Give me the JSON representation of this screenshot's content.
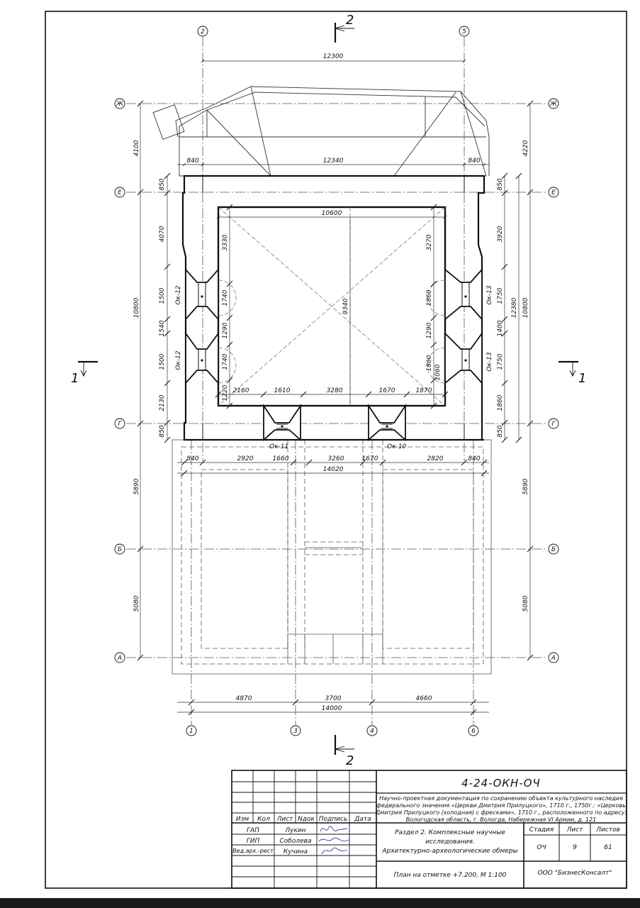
{
  "axes": {
    "vertical": [
      "1",
      "2",
      "3",
      "4",
      "5",
      "6"
    ],
    "horizontal": [
      "Ж",
      "Е",
      "Г",
      "Б",
      "А"
    ]
  },
  "sections": {
    "cut_1": "1",
    "cut_2": "2"
  },
  "dims": {
    "top_total": "12300",
    "top_inner": "12340",
    "top_left": "840",
    "top_right": "840",
    "room_width": "10600",
    "room_diag": "9340",
    "left_outer": [
      "4100",
      "10800",
      "5890",
      "5080"
    ],
    "left_chain": [
      "850",
      "4070",
      "1500",
      "1540",
      "1500",
      "2130",
      "850"
    ],
    "left_inner": [
      "3330",
      "1740",
      "1290",
      "1740",
      "1220"
    ],
    "right_outer": [
      "4220",
      "10800",
      "5890",
      "5080"
    ],
    "right_mid": "12380",
    "right_chain": [
      "850",
      "3920",
      "1750",
      "1400",
      "1750",
      "1860",
      "850"
    ],
    "right_inner": [
      "3270",
      "1860",
      "1290",
      "1860",
      "1060"
    ],
    "south_inner": [
      "2160",
      "1610",
      "3280",
      "1670",
      "1870"
    ],
    "below_chain": [
      "840",
      "2920",
      "1660",
      "3260",
      "1670",
      "2820",
      "840"
    ],
    "below_total": "14020",
    "bottom_chain": [
      "4870",
      "3700",
      "4660"
    ],
    "bottom_total": "14000"
  },
  "openings": {
    "w12a": "Ок-12",
    "w12b": "Ок-12",
    "w13a": "Ок-13",
    "w13b": "Ок-13",
    "w11": "Ок-11",
    "w10": "Ок-10"
  },
  "title_block": {
    "code": "4-24-ОКН-ОЧ",
    "description": [
      "Научно-проектная документация по сохранению объекта культурного наследия",
      "федерального значения «Церкви Дмитрия Прилуцкого», 1710 г., 1750г.: «Церковь",
      "Дмитрия Прилуцкого (холодная) с фресками», 1710 г., расположенного по адресу:",
      "Вологодская область, г. Вологда, Набережная VI Армии, д. 121"
    ],
    "cols": {
      "izm": "Изм",
      "kol": "Кол",
      "list": "Лист",
      "ndok": "Nдок",
      "podpis": "Подпись",
      "data": "Дата"
    },
    "people": [
      {
        "role": "ГАП",
        "name": "Лукин"
      },
      {
        "role": "ГИП",
        "name": "Соболева"
      },
      {
        "role": "Вед.арх.-рест",
        "name": "Кучина"
      }
    ],
    "section_title": [
      "Раздел 2. Комплексные научные",
      "исследования.",
      "Архитектурно-археологические обмеры"
    ],
    "stage_h": "Стадия",
    "sheet_h": "Лист",
    "sheets_h": "Листов",
    "stage": "ОЧ",
    "sheet": "9",
    "sheets": "61",
    "plan": "План на отметке +7.200, М 1:100",
    "company": "ООО \"БизнесКонсалт\""
  }
}
